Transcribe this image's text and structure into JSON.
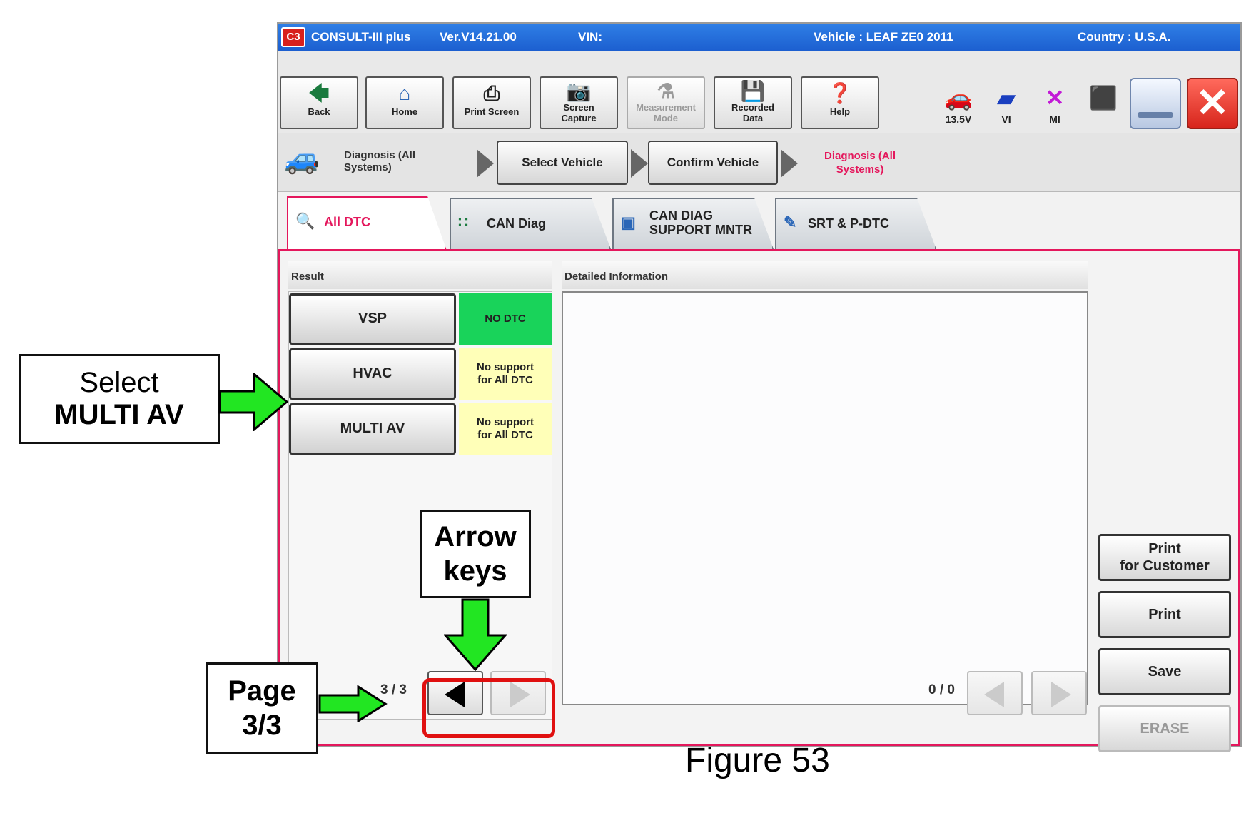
{
  "titlebar": {
    "product": "CONSULT-III plus",
    "version": "Ver.V14.21.00",
    "vin_label": "VIN:",
    "vehicle": "Vehicle : LEAF ZE0 2011",
    "country": "Country : U.S.A.",
    "logo_text": "C3"
  },
  "toolbar": {
    "back": "Back",
    "home": "Home",
    "print_screen": "Print Screen",
    "screen_capture": "Screen\nCapture",
    "measurement_mode": "Measurement\nMode",
    "recorded_data": "Recorded\nData",
    "help": "Help",
    "voltage": "13.5V",
    "vi": "VI",
    "mi": "MI"
  },
  "breadcrumb": {
    "root": "Diagnosis (All Systems)",
    "step1": "Select Vehicle",
    "step2": "Confirm Vehicle",
    "current": "Diagnosis (All Systems)"
  },
  "tabs": [
    {
      "label": "All DTC",
      "active": true
    },
    {
      "label": "CAN Diag",
      "active": false
    },
    {
      "label": "CAN DIAG\nSUPPORT MNTR",
      "active": false
    },
    {
      "label": "SRT & P-DTC",
      "active": false
    }
  ],
  "result": {
    "header": "Result",
    "rows": [
      {
        "system": "VSP",
        "status": "NO DTC"
      },
      {
        "system": "HVAC",
        "status": "No support\nfor All DTC"
      },
      {
        "system": "MULTI AV",
        "status": "No support\nfor All DTC"
      }
    ],
    "page": "3 / 3"
  },
  "detail": {
    "header": "Detailed Information",
    "page": "0 / 0"
  },
  "actions": {
    "print_customer": "Print\nfor Customer",
    "print": "Print",
    "save": "Save",
    "erase": "ERASE"
  },
  "annotations": {
    "select_line1": "Select",
    "select_line2": "MULTI AV",
    "arrow_line1": "Arrow",
    "arrow_line2": "keys",
    "page_line1": "Page",
    "page_line2": "3/3"
  },
  "figure_caption": "Figure 53",
  "colors": {
    "title_blue": "#1c5fd0",
    "accent_pink": "#e4175c",
    "no_dtc_green": "#19d35a",
    "no_support_yellow": "#ffffb8",
    "annotation_arrow": "#22e622"
  }
}
